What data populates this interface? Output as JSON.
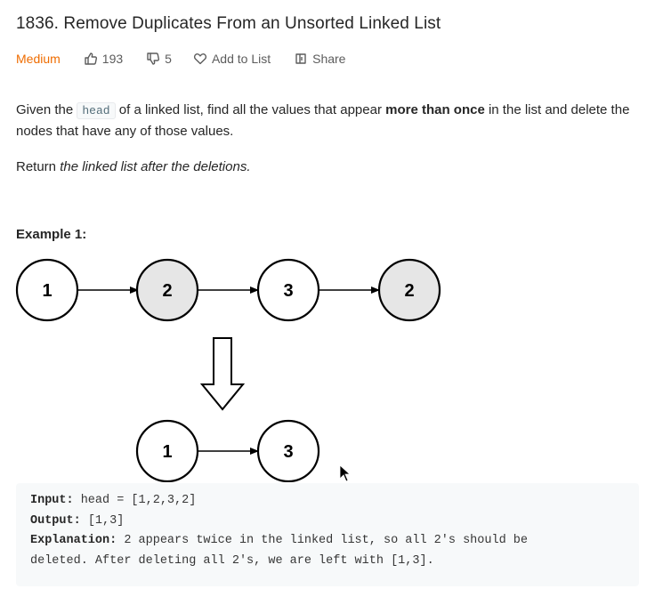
{
  "problem": {
    "title": "1836. Remove Duplicates From an Unsorted Linked List",
    "difficulty": "Medium",
    "likes": "193",
    "dislikes": "5",
    "add_to_list": "Add to List",
    "share": "Share"
  },
  "description": {
    "p1_pre": "Given the ",
    "p1_code": "head",
    "p1_mid": " of a linked list, find all the values that appear ",
    "p1_bold": "more than once",
    "p1_post": " in the list and delete the nodes that have any of those values.",
    "p2_pre": "Return ",
    "p2_em": "the linked list after the deletions."
  },
  "example": {
    "title": "Example 1:",
    "input_nodes": [
      "1",
      "2",
      "3",
      "2"
    ],
    "output_nodes": [
      "1",
      "3"
    ],
    "input_label": "Input:",
    "input_value": " head = [1,2,3,2]",
    "output_label": "Output:",
    "output_value": " [1,3]",
    "explanation_label": "Explanation:",
    "explanation_line1": " 2 appears twice in the linked list, so all 2's should be",
    "explanation_line2": "deleted. After deleting all 2's, we are left with [1,3]."
  },
  "colors": {
    "difficulty": "#ef6c00",
    "duplicate_fill": "#e6e6e6",
    "node_fill": "#ffffff"
  }
}
